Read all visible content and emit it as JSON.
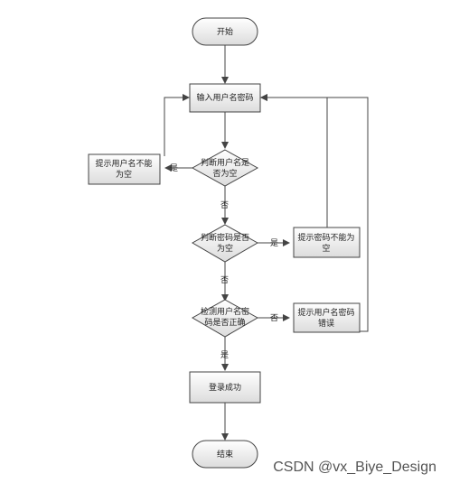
{
  "diagram": {
    "nodes": {
      "start": "开始",
      "input": "输入用户名密码",
      "check_username": [
        "判断用户名是",
        "否为空"
      ],
      "prompt_username": [
        "提示用户名不能",
        "为空"
      ],
      "check_password": [
        "判断密码是否",
        "为空"
      ],
      "prompt_password": [
        "提示密码不能为",
        "空"
      ],
      "verify": [
        "检测用户名密",
        "码是否正确"
      ],
      "prompt_error": [
        "提示用户名密码",
        "错误"
      ],
      "login_success": "登录成功",
      "end": "结束"
    },
    "edge_labels": {
      "yes_username": "是",
      "no_username": "否",
      "yes_password": "是",
      "no_password": "否",
      "no_verify": "否",
      "yes_verify": "是"
    }
  },
  "watermark": "CSDN @vx_Biye_Design",
  "colors": {
    "node_fill": "#ececec",
    "stroke": "#444444",
    "background": "#ffffff"
  }
}
